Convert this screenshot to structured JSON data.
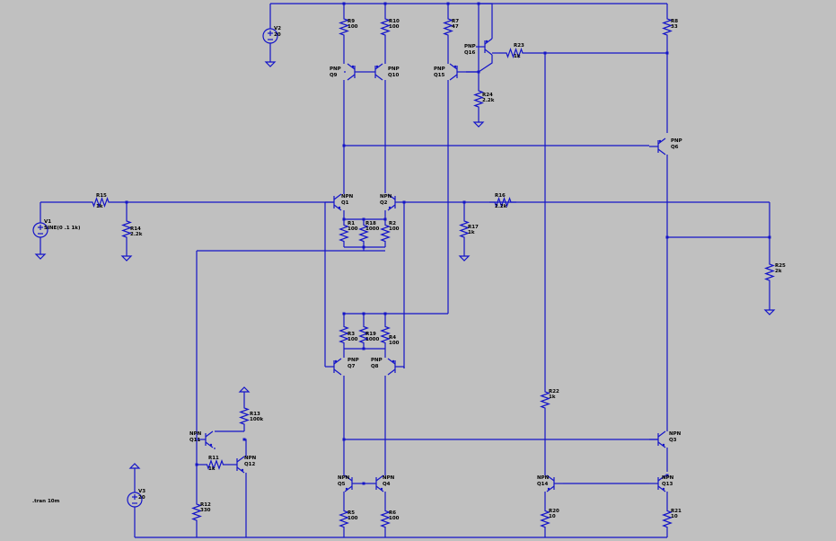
{
  "directive": ".tran 10m",
  "resistors": [
    {
      "ref": "R9",
      "val": "100"
    },
    {
      "ref": "R10",
      "val": "100"
    },
    {
      "ref": "R7",
      "val": "47"
    },
    {
      "ref": "R8",
      "val": "33"
    },
    {
      "ref": "R23",
      "val": "1k"
    },
    {
      "ref": "R24",
      "val": "2.2k"
    },
    {
      "ref": "R15",
      "val": "1k"
    },
    {
      "ref": "R14",
      "val": "2.2k"
    },
    {
      "ref": "R1",
      "val": "100"
    },
    {
      "ref": "R18",
      "val": "1000"
    },
    {
      "ref": "R2",
      "val": "100"
    },
    {
      "ref": "R17",
      "val": "1k"
    },
    {
      "ref": "R16",
      "val": "2.2k"
    },
    {
      "ref": "R25",
      "val": "2k"
    },
    {
      "ref": "R3",
      "val": "100"
    },
    {
      "ref": "R19",
      "val": "1000"
    },
    {
      "ref": "R4",
      "val": "100"
    },
    {
      "ref": "R13",
      "val": "100k"
    },
    {
      "ref": "R11",
      "val": "1k"
    },
    {
      "ref": "R12",
      "val": "330"
    },
    {
      "ref": "R22",
      "val": "1k"
    },
    {
      "ref": "R5",
      "val": "100"
    },
    {
      "ref": "R6",
      "val": "100"
    },
    {
      "ref": "R20",
      "val": "10"
    },
    {
      "ref": "R21",
      "val": "10"
    }
  ],
  "transistors": [
    {
      "ref": "Q9",
      "type": "PNP"
    },
    {
      "ref": "Q10",
      "type": "PNP"
    },
    {
      "ref": "Q15",
      "type": "PNP"
    },
    {
      "ref": "Q16",
      "type": "PNP"
    },
    {
      "ref": "Q6",
      "type": "PNP"
    },
    {
      "ref": "Q1",
      "type": "NPN"
    },
    {
      "ref": "Q2",
      "type": "NPN"
    },
    {
      "ref": "Q7",
      "type": "PNP"
    },
    {
      "ref": "Q8",
      "type": "PNP"
    },
    {
      "ref": "Q11",
      "type": "NPN"
    },
    {
      "ref": "Q12",
      "type": "NPN"
    },
    {
      "ref": "Q3",
      "type": "NPN"
    },
    {
      "ref": "Q5",
      "type": "NPN"
    },
    {
      "ref": "Q4",
      "type": "NPN"
    },
    {
      "ref": "Q14",
      "type": "NPN"
    },
    {
      "ref": "Q13",
      "type": "NPN"
    }
  ],
  "sources": [
    {
      "ref": "V1",
      "val": "SINE(0 .1 1k)"
    },
    {
      "ref": "V2",
      "val": "20"
    },
    {
      "ref": "V3",
      "val": "20"
    }
  ]
}
